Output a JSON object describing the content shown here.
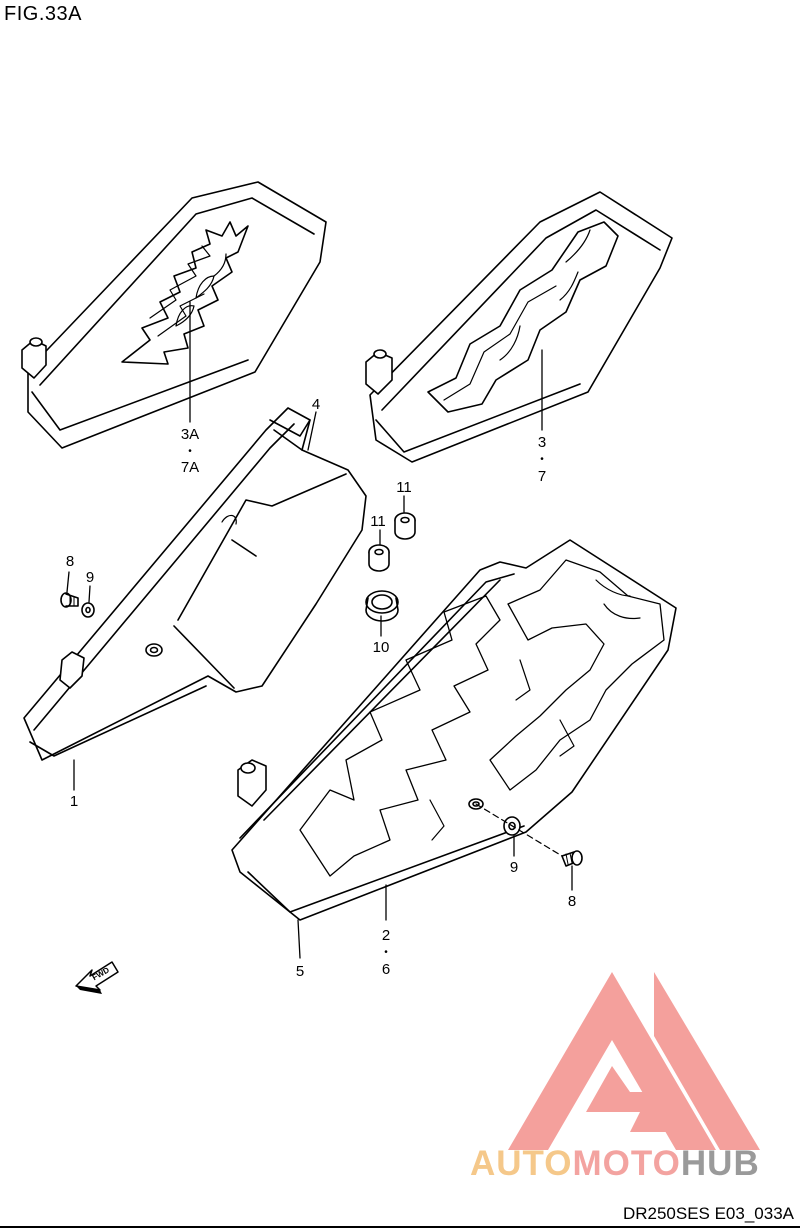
{
  "figure": {
    "title": "FIG.33A",
    "code": "DR250SES E03_033A"
  },
  "watermark": {
    "part1": "AUTO",
    "part2": "MOTO",
    "part3": "HUB",
    "colors": {
      "auto": "#f5c88a",
      "moto": "#f3a3a0",
      "hub": "#9a9a9a",
      "logo": "#f4a09c"
    }
  },
  "fwd_label": "FWD",
  "callouts": {
    "c1": "1",
    "c2": "2",
    "c6": "6",
    "c3": "3",
    "c7": "7",
    "c3A": "3A",
    "c7A": "7A",
    "c4": "4",
    "c5": "5",
    "c8a": "8",
    "c8b": "8",
    "c9a": "9",
    "c9b": "9",
    "c10": "10",
    "c11a": "11",
    "c11b": "11",
    "dot": "•"
  }
}
